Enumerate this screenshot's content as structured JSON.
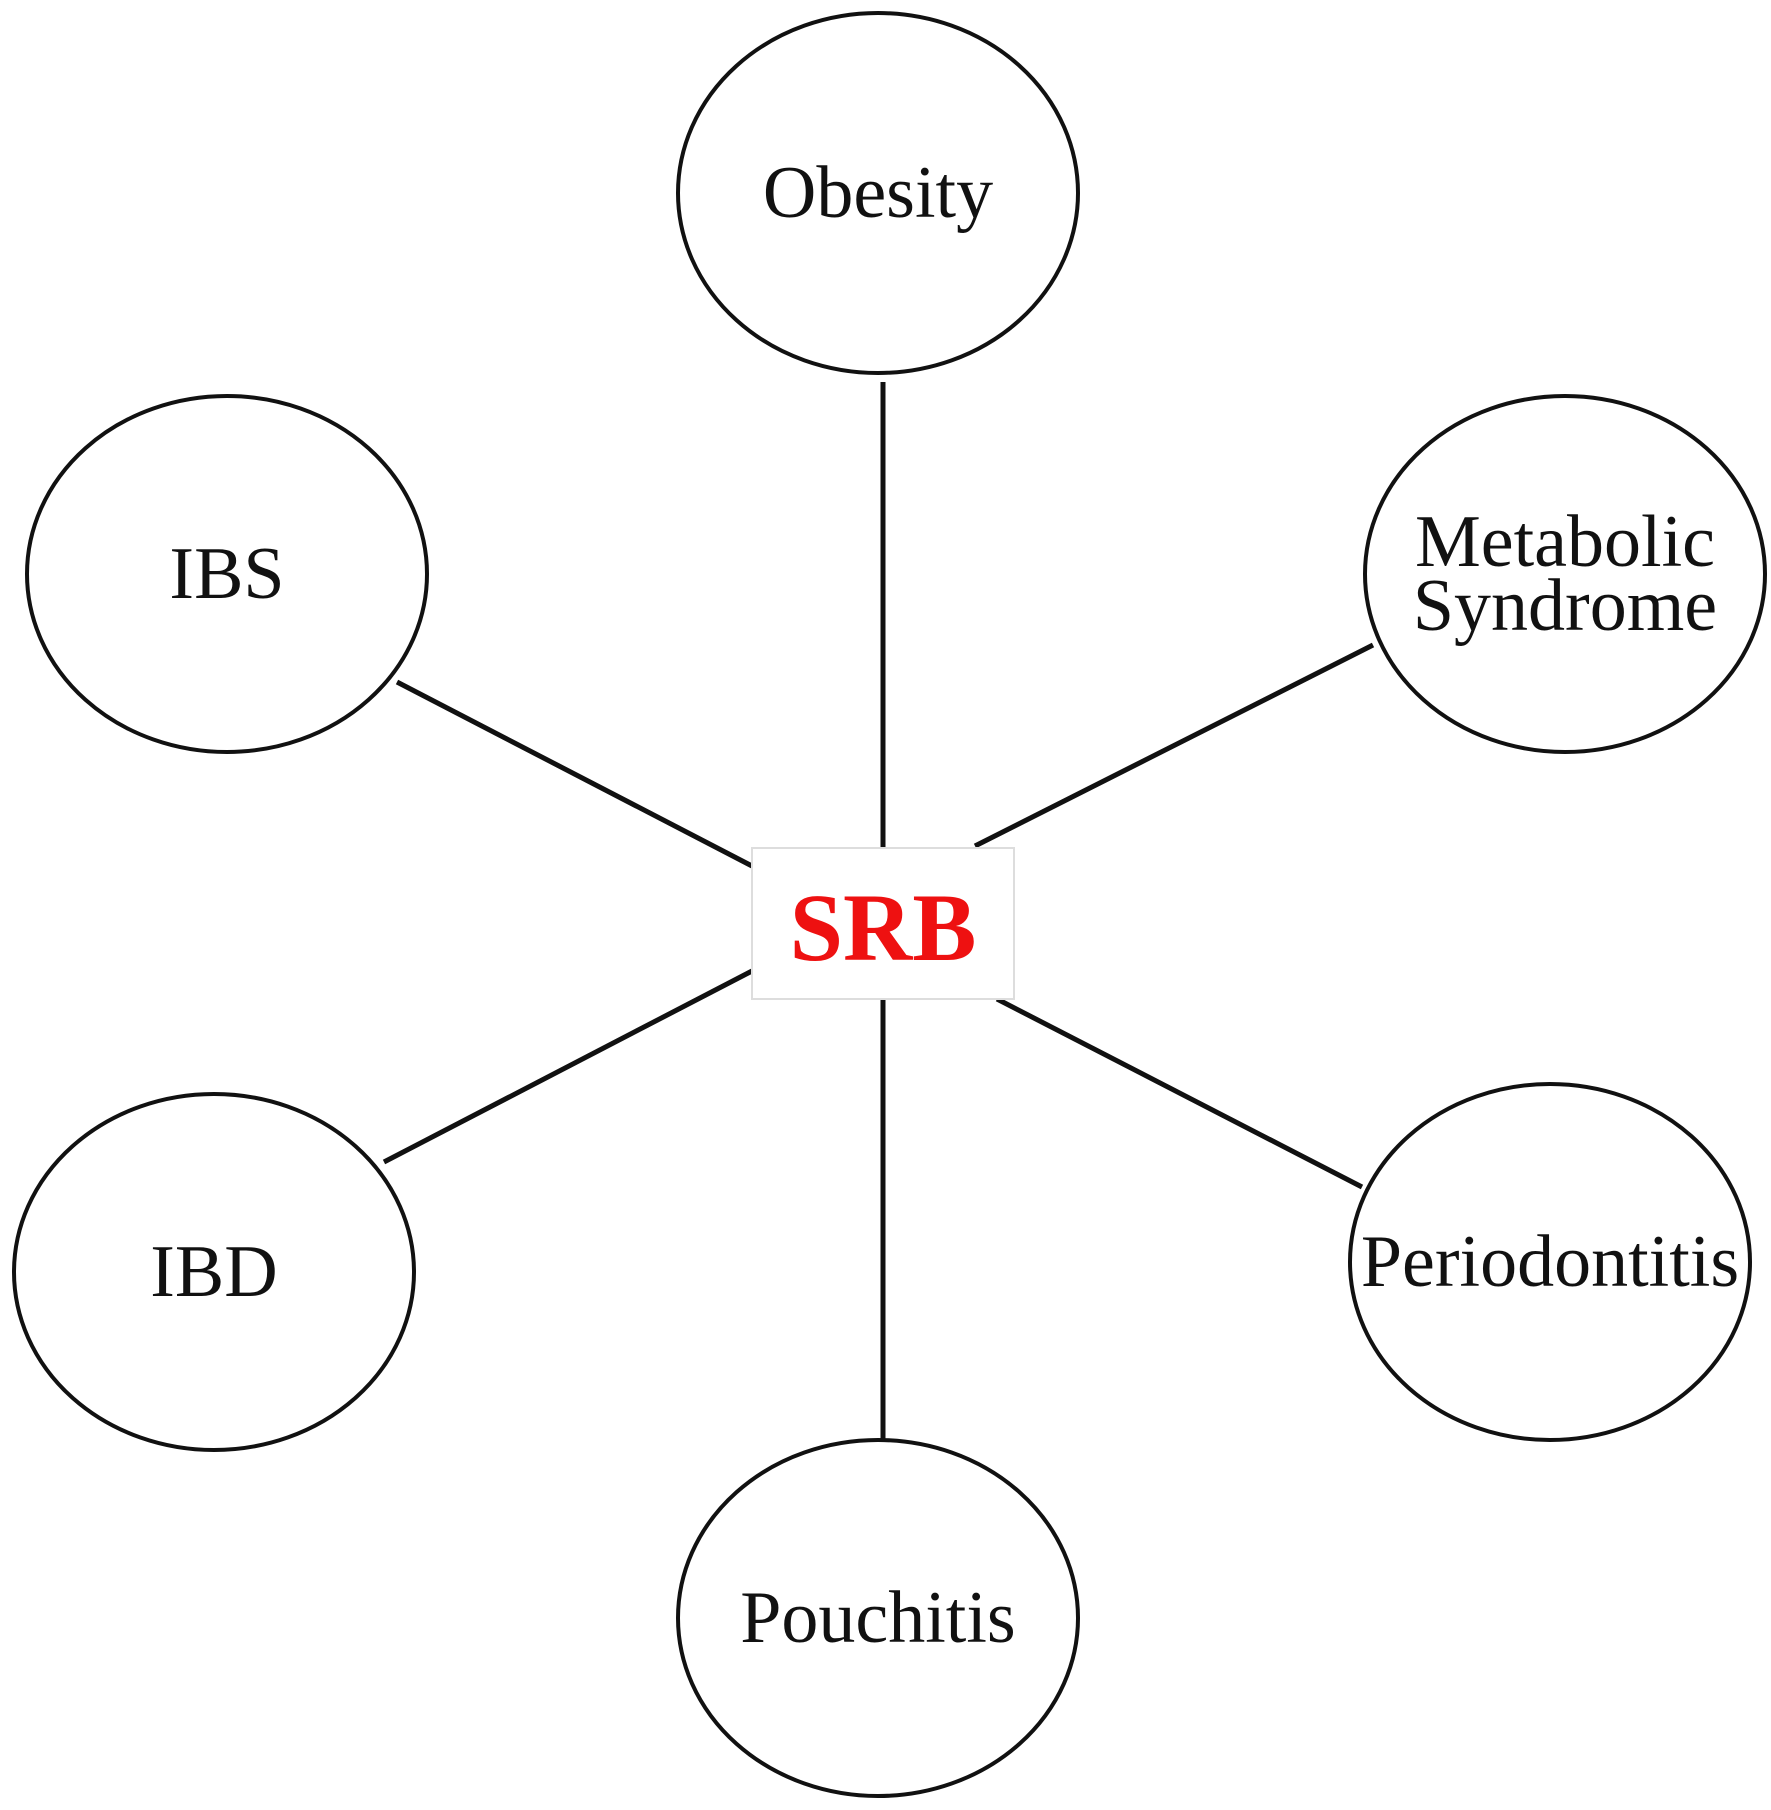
{
  "center": {
    "label": "SRB",
    "color": "#ee1111"
  },
  "nodes": [
    {
      "id": "obesity",
      "lines": [
        "Obesity"
      ]
    },
    {
      "id": "metabolic-syndrome",
      "lines": [
        "Metabolic",
        "Syndrome"
      ]
    },
    {
      "id": "periodontitis",
      "lines": [
        "Periodontitis"
      ]
    },
    {
      "id": "pouchitis",
      "lines": [
        "Pouchitis"
      ]
    },
    {
      "id": "ibd",
      "lines": [
        "IBD"
      ]
    },
    {
      "id": "ibs",
      "lines": [
        "IBS"
      ]
    }
  ],
  "colors": {
    "stroke": "#111111",
    "text": "#111111",
    "background": "#ffffff"
  }
}
